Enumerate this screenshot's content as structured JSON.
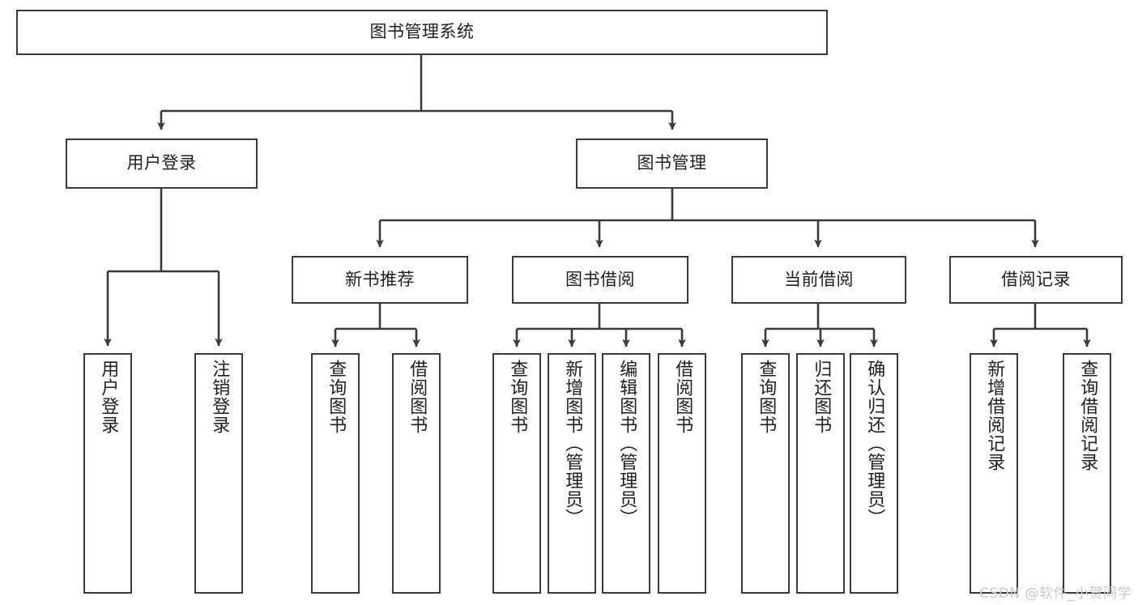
{
  "diagram": {
    "title": "图书管理系统",
    "type": "hierarchy-tree",
    "colors": {
      "background": "#ffffff",
      "box_border": "#3a3a3a",
      "connector": "#3a3a3a",
      "text": "#1f1f1f",
      "watermark": "#c9c9c9"
    },
    "root": {
      "label": "图书管理系统"
    },
    "level2": [
      {
        "label": "用户登录"
      },
      {
        "label": "图书管理"
      }
    ],
    "level3": [
      {
        "label": "新书推荐"
      },
      {
        "label": "图书借阅"
      },
      {
        "label": "当前借阅"
      },
      {
        "label": "借阅记录"
      }
    ],
    "leaves": {
      "user_login": [
        {
          "label": "用户登录"
        },
        {
          "label": "注销登录"
        }
      ],
      "new_book_recommend": [
        {
          "label": "查询图书"
        },
        {
          "label": "借阅图书"
        }
      ],
      "book_borrow": [
        {
          "label": "查询图书"
        },
        {
          "label": "新增图书（管理员）"
        },
        {
          "label": "编辑图书（管理员）"
        },
        {
          "label": "借阅图书"
        }
      ],
      "current_borrow": [
        {
          "label": "查询图书"
        },
        {
          "label": "归还图书"
        },
        {
          "label": "确认归还（管理员）"
        }
      ],
      "borrow_record": [
        {
          "label": "新增借阅记录"
        },
        {
          "label": "查询借阅记录"
        }
      ]
    }
  },
  "watermark": {
    "text": "CSDN @软件_小贺同学"
  }
}
